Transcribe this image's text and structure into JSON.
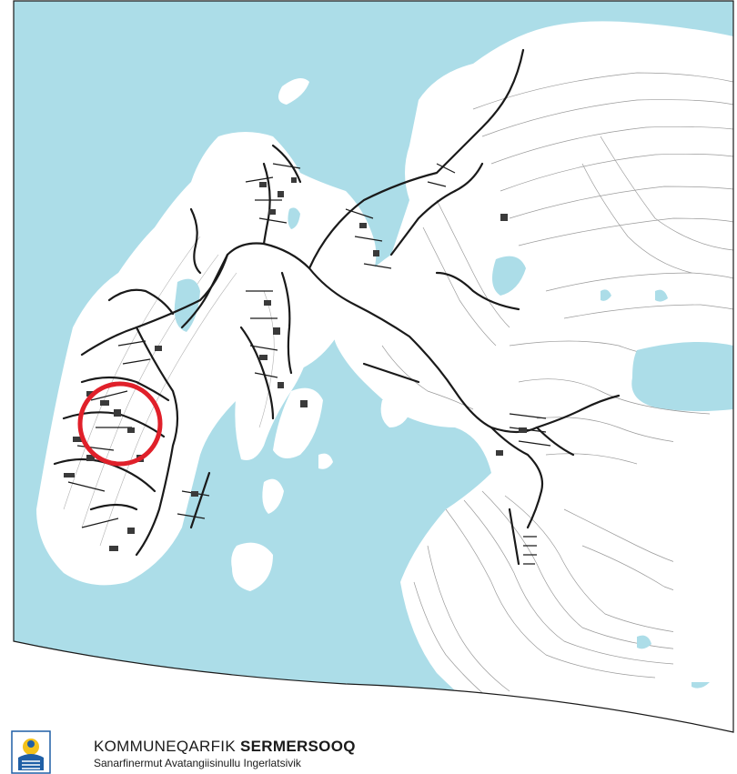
{
  "map": {
    "water_color": "#acdde8",
    "land_color": "#ffffff",
    "road_color": "#1a1a1a",
    "contour_color": "#9a9a9a",
    "lake_color": "#acdde8",
    "highlight_color": "#e0202a",
    "highlight_marker": "red-circle"
  },
  "footer": {
    "org_prefix": "KOMMUNEQARFIK ",
    "org_name": "SERMERSOOQ",
    "org_subtitle": "Sanarfinermut Avatangiisinullu Ingerlatsivik",
    "logo_icon": "municipal-coat-of-arms",
    "logo_colors": {
      "blue": "#1f5fa6",
      "yellow": "#f3c21b"
    }
  }
}
